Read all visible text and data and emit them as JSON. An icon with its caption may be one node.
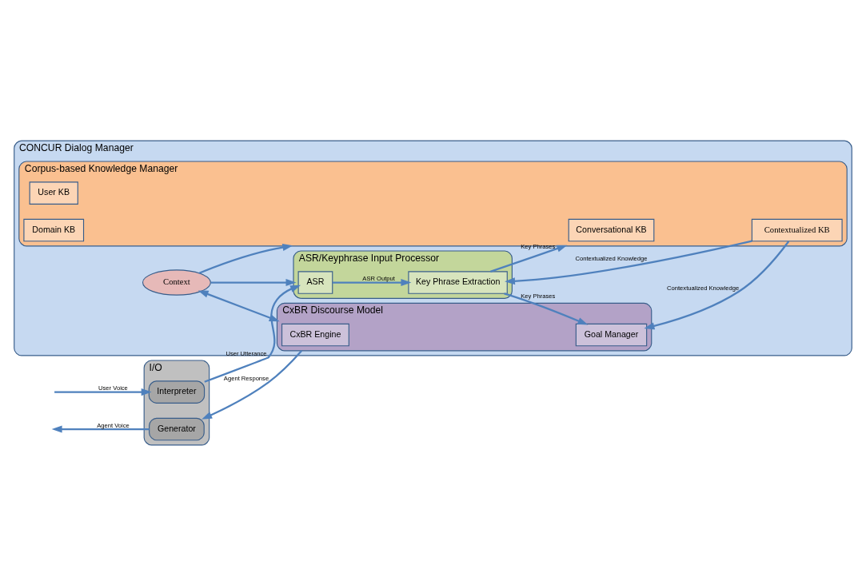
{
  "diagram": {
    "nodes": [
      {
        "text": [
          "I/O"
        ]
      },
      {
        "text": [
          "Interpreter"
        ],
        "in": 0
      },
      {
        "text": [
          "Generator"
        ],
        "in": 0
      },
      {
        "text": [
          "CONCUR Dialog Manager"
        ]
      },
      {
        "text": [
          "ASR/Keyphrase Input Processor"
        ],
        "in": 3
      },
      {
        "text": [
          "ASR"
        ],
        "in": 4
      },
      {
        "text": [
          "Key Phrase Extraction"
        ],
        "in": 4
      },
      {
        "text": [
          "Corpus-based Knowledge Manager"
        ],
        "in": 3
      },
      {
        "text": [
          "Conversational KB"
        ],
        "in": 7
      },
      {
        "text": [
          "User KB"
        ],
        "in": 7
      },
      {
        "text": [
          "Domain KB"
        ],
        "in": 7
      },
      {
        "text": [
          "Contextualized KB"
        ],
        "in": 7
      },
      {
        "text": [
          "Context"
        ],
        "in": 3
      },
      {
        "text": [
          "CxBR Discourse Model"
        ],
        "in": 3
      },
      {
        "text": [
          "CxBR Engine"
        ],
        "in": 13
      },
      {
        "text": [
          "Goal Manager"
        ],
        "in": 13
      }
    ],
    "edges": [
      {
        "from": null,
        "to": 1,
        "arrow": "to",
        "label": "User Voice"
      },
      {
        "from": 1,
        "to": 5,
        "arrow": "to",
        "label": "User Utterance"
      },
      {
        "from": 5,
        "to": 6,
        "arrow": "to",
        "label": "ASR Output"
      },
      {
        "from": 6,
        "to": 7,
        "arrow": "to",
        "label": "Key Phrases"
      },
      {
        "from": 11,
        "to": 6,
        "arrow": "to",
        "label": "Contextualized Knowledge"
      },
      {
        "from": 6,
        "to": 15,
        "arrow": "to",
        "label": "Key Phrases"
      },
      {
        "from": 12,
        "to": 4,
        "arrow": "to"
      },
      {
        "from": 12,
        "to": 7,
        "arrow": "to"
      },
      {
        "from": 12,
        "to": 13,
        "arrow": "both"
      },
      {
        "from": 11,
        "to": 15,
        "arrow": "to",
        "label": "Contextualized Knowledge"
      },
      {
        "from": 13,
        "to": 2,
        "arrow": "to",
        "label": "Agent Response"
      },
      {
        "from": 2,
        "to": null,
        "arrow": "to",
        "label": "Agent Voice"
      }
    ]
  }
}
